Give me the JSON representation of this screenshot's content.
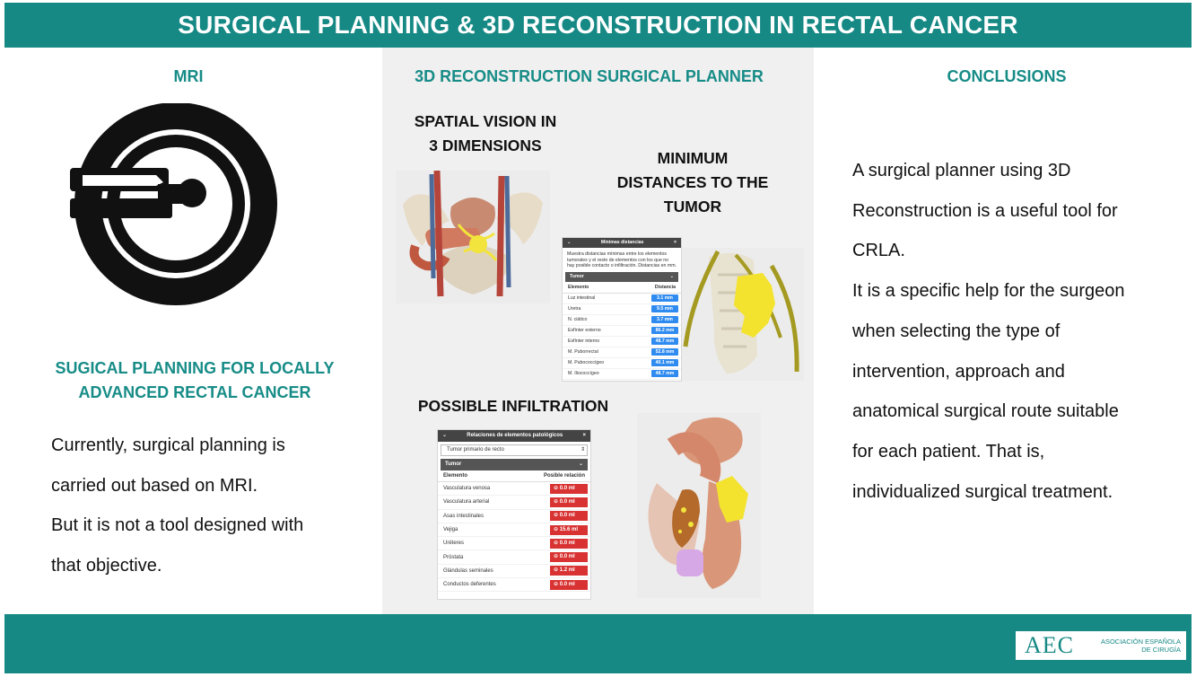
{
  "title": "SURGICAL PLANNING & 3D RECONSTRUCTION IN RECTAL CANCER",
  "left": {
    "heading": "MRI",
    "subheading": [
      "SUGICAL PLANNING FOR LOCALLY",
      "ADVANCED RECTAL CANCER"
    ],
    "lines": [
      "Currently, surgical planning is",
      "carried out based on MRI.",
      "But it is not a tool designed with",
      "that objective."
    ]
  },
  "middle": {
    "heading": "3D RECONSTRUCTION SURGICAL PLANNER",
    "spatial": [
      "SPATIAL VISION IN",
      "3 DIMENSIONS"
    ],
    "minimum": [
      "MINIMUM",
      "DISTANCES TO THE",
      "TUMOR"
    ],
    "infiltration": "POSSIBLE INFILTRATION",
    "distances_panel": {
      "title": "Mínimas distancias",
      "description": "Muestra distancias mínimas entre los elementos tumorales y el resto de elementos con los que no hay posible contacto o infiltración. Distancias en mm.",
      "select": "Tumor",
      "col1": "Elemento",
      "col2": "Distancia",
      "rows": [
        {
          "name": "Luz intestinal",
          "value": "3.1 mm"
        },
        {
          "name": "Uretra",
          "value": "9.5 mm"
        },
        {
          "name": "N. ciático",
          "value": "3.7 mm"
        },
        {
          "name": "Esfínter externo",
          "value": "86.2 mm"
        },
        {
          "name": "Esfínter interno",
          "value": "48.7 mm"
        },
        {
          "name": "M. Puborrectal",
          "value": "52.8 mm"
        },
        {
          "name": "M. Pubococcígeo",
          "value": "40.1 mm"
        },
        {
          "name": "M. Iliococcígeo",
          "value": "48.7 mm"
        }
      ]
    },
    "relations_panel": {
      "title": "Relaciones de elementos patológicos",
      "input": "Tumor primario de recto",
      "select": "Tumor",
      "col1": "Elemento",
      "col2": "Posible relación",
      "rows": [
        {
          "name": "Vasculatura venosa",
          "value": "0.0 ml"
        },
        {
          "name": "Vasculatura arterial",
          "value": "0.0 ml"
        },
        {
          "name": "Asas intestinales",
          "value": "0.0 ml"
        },
        {
          "name": "Vejiga",
          "value": "15.6 ml"
        },
        {
          "name": "Uréteres",
          "value": "0.0 ml"
        },
        {
          "name": "Próstata",
          "value": "0.0 ml"
        },
        {
          "name": "Glándulas seminales",
          "value": "1.2 ml"
        },
        {
          "name": "Conductos deferentes",
          "value": "0.0 ml"
        }
      ]
    }
  },
  "right": {
    "heading": "CONCLUSIONS",
    "lines": [
      "A surgical planner using 3D",
      "Reconstruction is a useful tool for",
      "CRLA.",
      "It is a specific help for the surgeon",
      "when selecting the type of",
      "intervention, approach and",
      "anatomical surgical route suitable",
      "for each patient. That is,",
      "individualized surgical treatment."
    ]
  },
  "logo": {
    "mark": "AEC",
    "line1": "ASOCIACIÓN ESPAÑOLA",
    "line2": "DE CIRUGÍA"
  },
  "colors": {
    "brand": "#168985",
    "heading": "#178c87",
    "badge_blue": "#2f8bf0",
    "badge_red": "#d83232"
  },
  "icons": [
    "mri-scanner-icon",
    "pelvis-3d-model",
    "tumor-3d-model",
    "rectum-3d-model",
    "chevron-down-icon",
    "close-icon",
    "link-icon"
  ]
}
